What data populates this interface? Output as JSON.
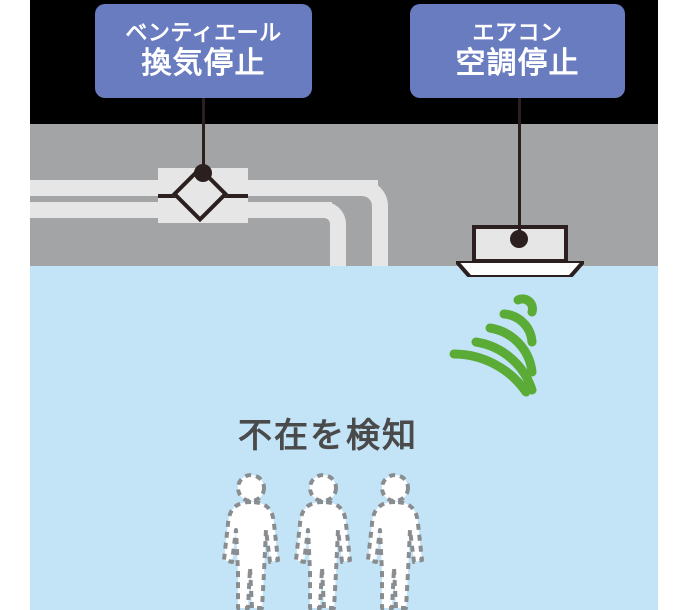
{
  "diagram": {
    "title_context": "ventilation and air-conditioning absence detection",
    "background": {
      "black_band": "#000000",
      "ceiling_color": "#a3a4a6",
      "room_color": "#c3e3f7",
      "duct_color": "#e6e6e6"
    },
    "callouts": [
      {
        "name": "ventilation",
        "line1": "ベンティエール",
        "line2": "換気停止",
        "bg_color": "#6a7cc0",
        "text_color": "#ffffff"
      },
      {
        "name": "air-conditioner",
        "line1": "エアコン",
        "line2": "空調停止",
        "bg_color": "#6a7cc0",
        "text_color": "#ffffff"
      }
    ],
    "equipment": {
      "valve_label": "damper-valve",
      "ac_label": "ceiling-air-conditioner",
      "signal_color": "#5bab37",
      "signal_arc_count": 5
    },
    "status": {
      "absence_text": "不在を検知",
      "absence_text_color": "#4a4a4a",
      "people_count": 3,
      "people_fill": "#ffffff",
      "people_outline": "#8a8d90",
      "people_outline_style": "dashed"
    }
  }
}
